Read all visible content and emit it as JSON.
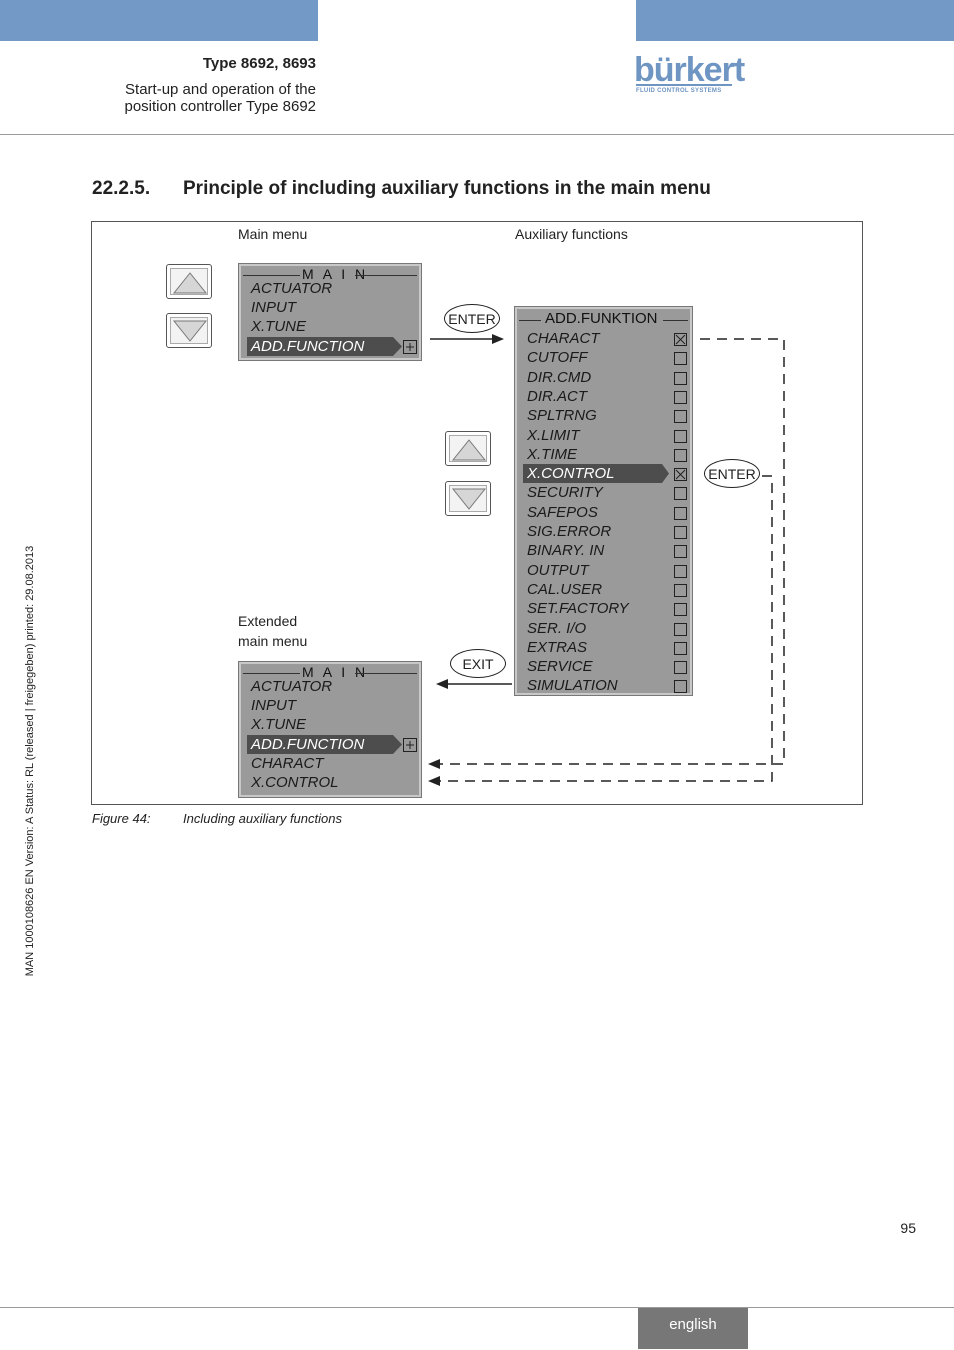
{
  "header": {
    "type": "Type 8692, 8693",
    "subtitle_line1": "Start-up and operation of the",
    "subtitle_line2": "position controller Type 8692",
    "logo_word": "bürkert",
    "logo_sub": "FLUID CONTROL SYSTEMS"
  },
  "section": {
    "number": "22.2.5.",
    "title": "Principle of including auxiliary functions in the main menu"
  },
  "figure": {
    "label_main_menu": "Main menu",
    "label_aux": "Auxiliary functions",
    "label_extended_1": "Extended",
    "label_extended_2": "main menu",
    "main_menu": {
      "title": "M A I N",
      "items": [
        "ACTUATOR",
        "INPUT",
        "X.TUNE",
        "ADD.FUNCTION"
      ],
      "selected": "ADD.FUNCTION"
    },
    "aux_menu": {
      "title": "ADD.FUNKTION",
      "items": [
        "CHARACT",
        "CUTOFF",
        "DIR.CMD",
        "DIR.ACT",
        "SPLTRNG",
        "X.LIMIT",
        "X.TIME",
        "X.CONTROL",
        "SECURITY",
        "SAFEPOS",
        "SIG.ERROR",
        "BINARY. IN",
        "OUTPUT",
        "CAL.USER",
        "SET.FACTORY",
        "SER. I/O",
        "EXTRAS",
        "SERVICE",
        "SIMULATION"
      ],
      "checked": [
        "CHARACT",
        "X.CONTROL"
      ],
      "selected": "X.CONTROL"
    },
    "extended_menu": {
      "title": "M A I N",
      "items": [
        "ACTUATOR",
        "INPUT",
        "X.TUNE",
        "ADD.FUNCTION",
        "CHARACT",
        "X.CONTROL"
      ],
      "selected": "ADD.FUNCTION"
    },
    "key_enter_1": "ENTER",
    "key_enter_2": "ENTER",
    "key_exit": "EXIT",
    "caption_label": "Figure 44:",
    "caption_text": "Including auxiliary functions"
  },
  "side_note": "MAN  1000108626  EN  Version: A  Status: RL (released | freigegeben)  printed: 29.08.2013",
  "footer": {
    "page_number": "95",
    "language": "english"
  },
  "colors": {
    "brand_blue": "#7399c6",
    "lcd_gray": "#9a9a9a",
    "selection_bar": "#4d4d4d",
    "language_tab": "#777777"
  }
}
